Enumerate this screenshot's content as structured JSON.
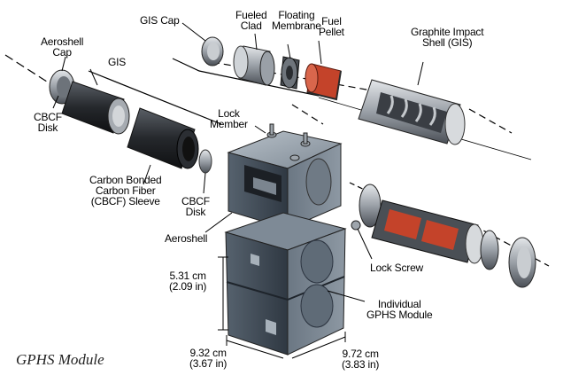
{
  "labels": {
    "gis_cap": "GIS Cap",
    "fueled_clad": [
      "Fueled",
      "Clad"
    ],
    "floating_membrane": [
      "Floating",
      "Membrane"
    ],
    "fuel_pellet": [
      "Fuel",
      "Pellet"
    ],
    "graphite_impact_shell": [
      "Graphite Impact",
      "Shell (GIS)"
    ],
    "aeroshell_cap": [
      "Aeroshell",
      "Cap"
    ],
    "gis": "GIS",
    "cbcf_disk_left": [
      "CBCF",
      "Disk"
    ],
    "lock_member": [
      "Lock",
      "Member"
    ],
    "cbcf_sleeve": [
      "Carbon Bonded",
      "Carbon Fiber",
      "(CBCF) Sleeve"
    ],
    "cbcf_disk_center": [
      "CBCF",
      "Disk"
    ],
    "aeroshell": "Aeroshell",
    "lock_screw": "Lock Screw",
    "height_dimension": [
      "5.31 cm",
      "(2.09 in)"
    ],
    "individual_module": [
      "Individual",
      "GPHS Module"
    ],
    "width_dimension": [
      "9.32 cm",
      "(3.67 in)"
    ],
    "depth_dimension": [
      "9.72 cm",
      "(3.83 in)"
    ]
  },
  "caption": "GPHS Module",
  "colors": {
    "metal_light": "#b9bec4",
    "metal_dark": "#2f3338",
    "graphite": "#1b1c1f",
    "fuel_pellet": "#c4432a",
    "module_body": "#3e4a57",
    "module_light": "#8f9aa6"
  }
}
